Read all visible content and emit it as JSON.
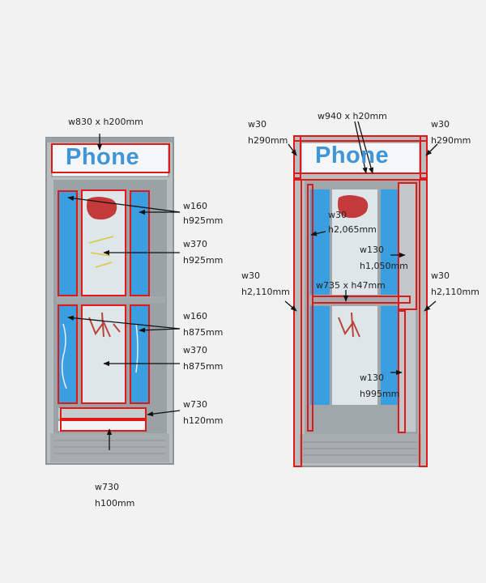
{
  "sign_word": "Phone",
  "colors": {
    "measure": "#e01818",
    "panel_blue": "#3a9fe0",
    "frame": "#a9afb3",
    "sign_text": "#3f95d8"
  },
  "left_labels": {
    "sign": "w830 x h200mm",
    "side_upper_w": "w160",
    "side_upper_h": "h925mm",
    "center_upper_w": "w370",
    "center_upper_h": "h925mm",
    "side_lower_w": "w160",
    "side_lower_h": "h875mm",
    "center_lower_w": "w370",
    "center_lower_h": "h875mm",
    "kick_w": "w730",
    "kick_h": "h120mm",
    "base_w": "w730",
    "base_h": "h100mm"
  },
  "right_labels": {
    "top_bar": "w940 x h20mm",
    "corner_left_w": "w30",
    "corner_left_h": "h290mm",
    "corner_right_w": "w30",
    "corner_right_h": "h290mm",
    "post_w": "w30",
    "post_h": "h2,065mm",
    "door_upper_w": "w130",
    "door_upper_h": "h1,050mm",
    "side_left_w": "w30",
    "side_left_h": "h2,110mm",
    "side_right_w": "w30",
    "side_right_h": "h2,110mm",
    "rail": "w735 x h47mm",
    "door_lower_w": "w130",
    "door_lower_h": "h995mm"
  }
}
